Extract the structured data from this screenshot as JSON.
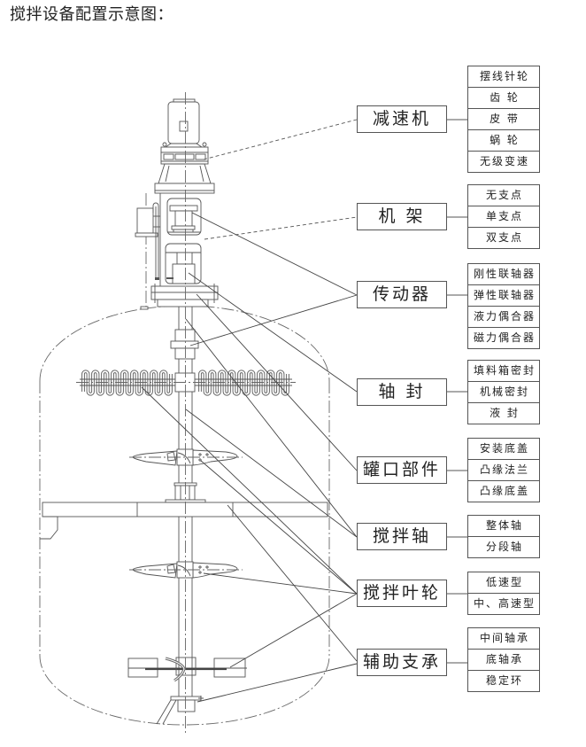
{
  "title": "搅拌设备配置示意图：",
  "components": [
    {
      "label": "减速机",
      "options": [
        "摆线针轮",
        "齿 轮",
        "皮 带",
        "蜗 轮",
        "无级变速"
      ]
    },
    {
      "label": "机 架",
      "options": [
        "无支点",
        "单支点",
        "双支点"
      ]
    },
    {
      "label": "传动器",
      "options": [
        "刚性联轴器",
        "弹性联轴器",
        "液力偶合器",
        "磁力偶合器"
      ]
    },
    {
      "label": "轴 封",
      "options": [
        "填料箱密封",
        "机械密封",
        "液 封"
      ]
    },
    {
      "label": "罐口部件",
      "options": [
        "安装底盖",
        "凸缘法兰",
        "凸缘底盖"
      ]
    },
    {
      "label": "搅拌轴",
      "options": [
        "整体轴",
        "分段轴"
      ]
    },
    {
      "label": "搅拌叶轮",
      "options": [
        "低速型",
        "中、高速型"
      ]
    },
    {
      "label": "辅助支承",
      "options": [
        "中间轴承",
        "底轴承",
        "稳定环"
      ]
    }
  ],
  "colors": {
    "line": "#555555",
    "text": "#222222",
    "background": "#ffffff"
  }
}
